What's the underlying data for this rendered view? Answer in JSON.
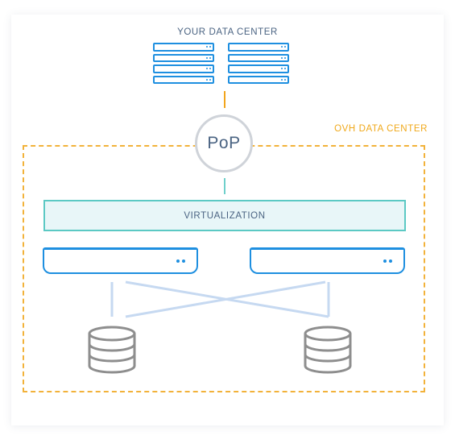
{
  "labels": {
    "your_data_center": "YOUR DATA CENTER",
    "ovh_data_center": "OVH DATA CENTER",
    "pop": "PoP",
    "virtualization": "VIRTUALIZATION"
  },
  "colors": {
    "your_dc_label": "#4a6382",
    "ovh_accent": "#f0a91b",
    "server_blue": "#1e8fe0",
    "virtualization_border": "#5cc9c4",
    "virtualization_fill": "#e8f6f8",
    "pop_border": "#cfd3d9",
    "storage_gray": "#8e8e8e",
    "connector_light_blue": "#c6d9f1"
  },
  "icons": {
    "rack": "server-rack-icon",
    "server": "server-icon",
    "storage": "database-icon"
  }
}
